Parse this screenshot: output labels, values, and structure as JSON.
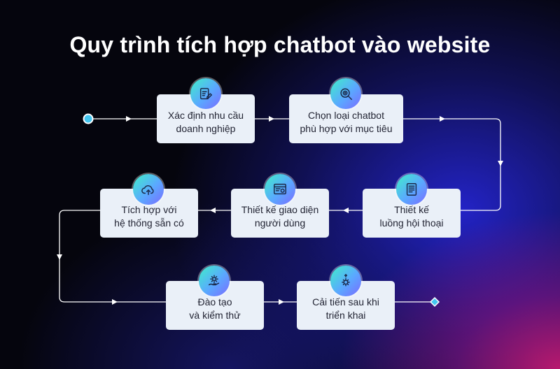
{
  "title": "Quy trình tích hợp chatbot vào website",
  "steps": [
    {
      "line1": "Xác định nhu cầu",
      "line2": "doanh nghiệp",
      "icon": "clipboard-edit-icon"
    },
    {
      "line1": "Chọn loại chatbot",
      "line2": "phù hợp với mục tiêu",
      "icon": "search-target-icon"
    },
    {
      "line1": "Thiết kế",
      "line2": "luồng hội thoại",
      "icon": "document-list-icon"
    },
    {
      "line1": "Thiết kế giao diện",
      "line2": "người dùng",
      "icon": "browser-window-icon"
    },
    {
      "line1": "Tích hợp với",
      "line2": "hệ thống sẵn có",
      "icon": "cloud-upload-icon"
    },
    {
      "line1": "Đào tạo",
      "line2": "và kiểm thử",
      "icon": "gear-hand-icon"
    },
    {
      "line1": "Cải tiến sau khi",
      "line2": "triển khai",
      "icon": "gear-improve-icon"
    }
  ],
  "colors": {
    "box": "#eaf0f8",
    "text": "#222433",
    "connector": "#ffffff",
    "start_dot": "#43c6f0"
  }
}
